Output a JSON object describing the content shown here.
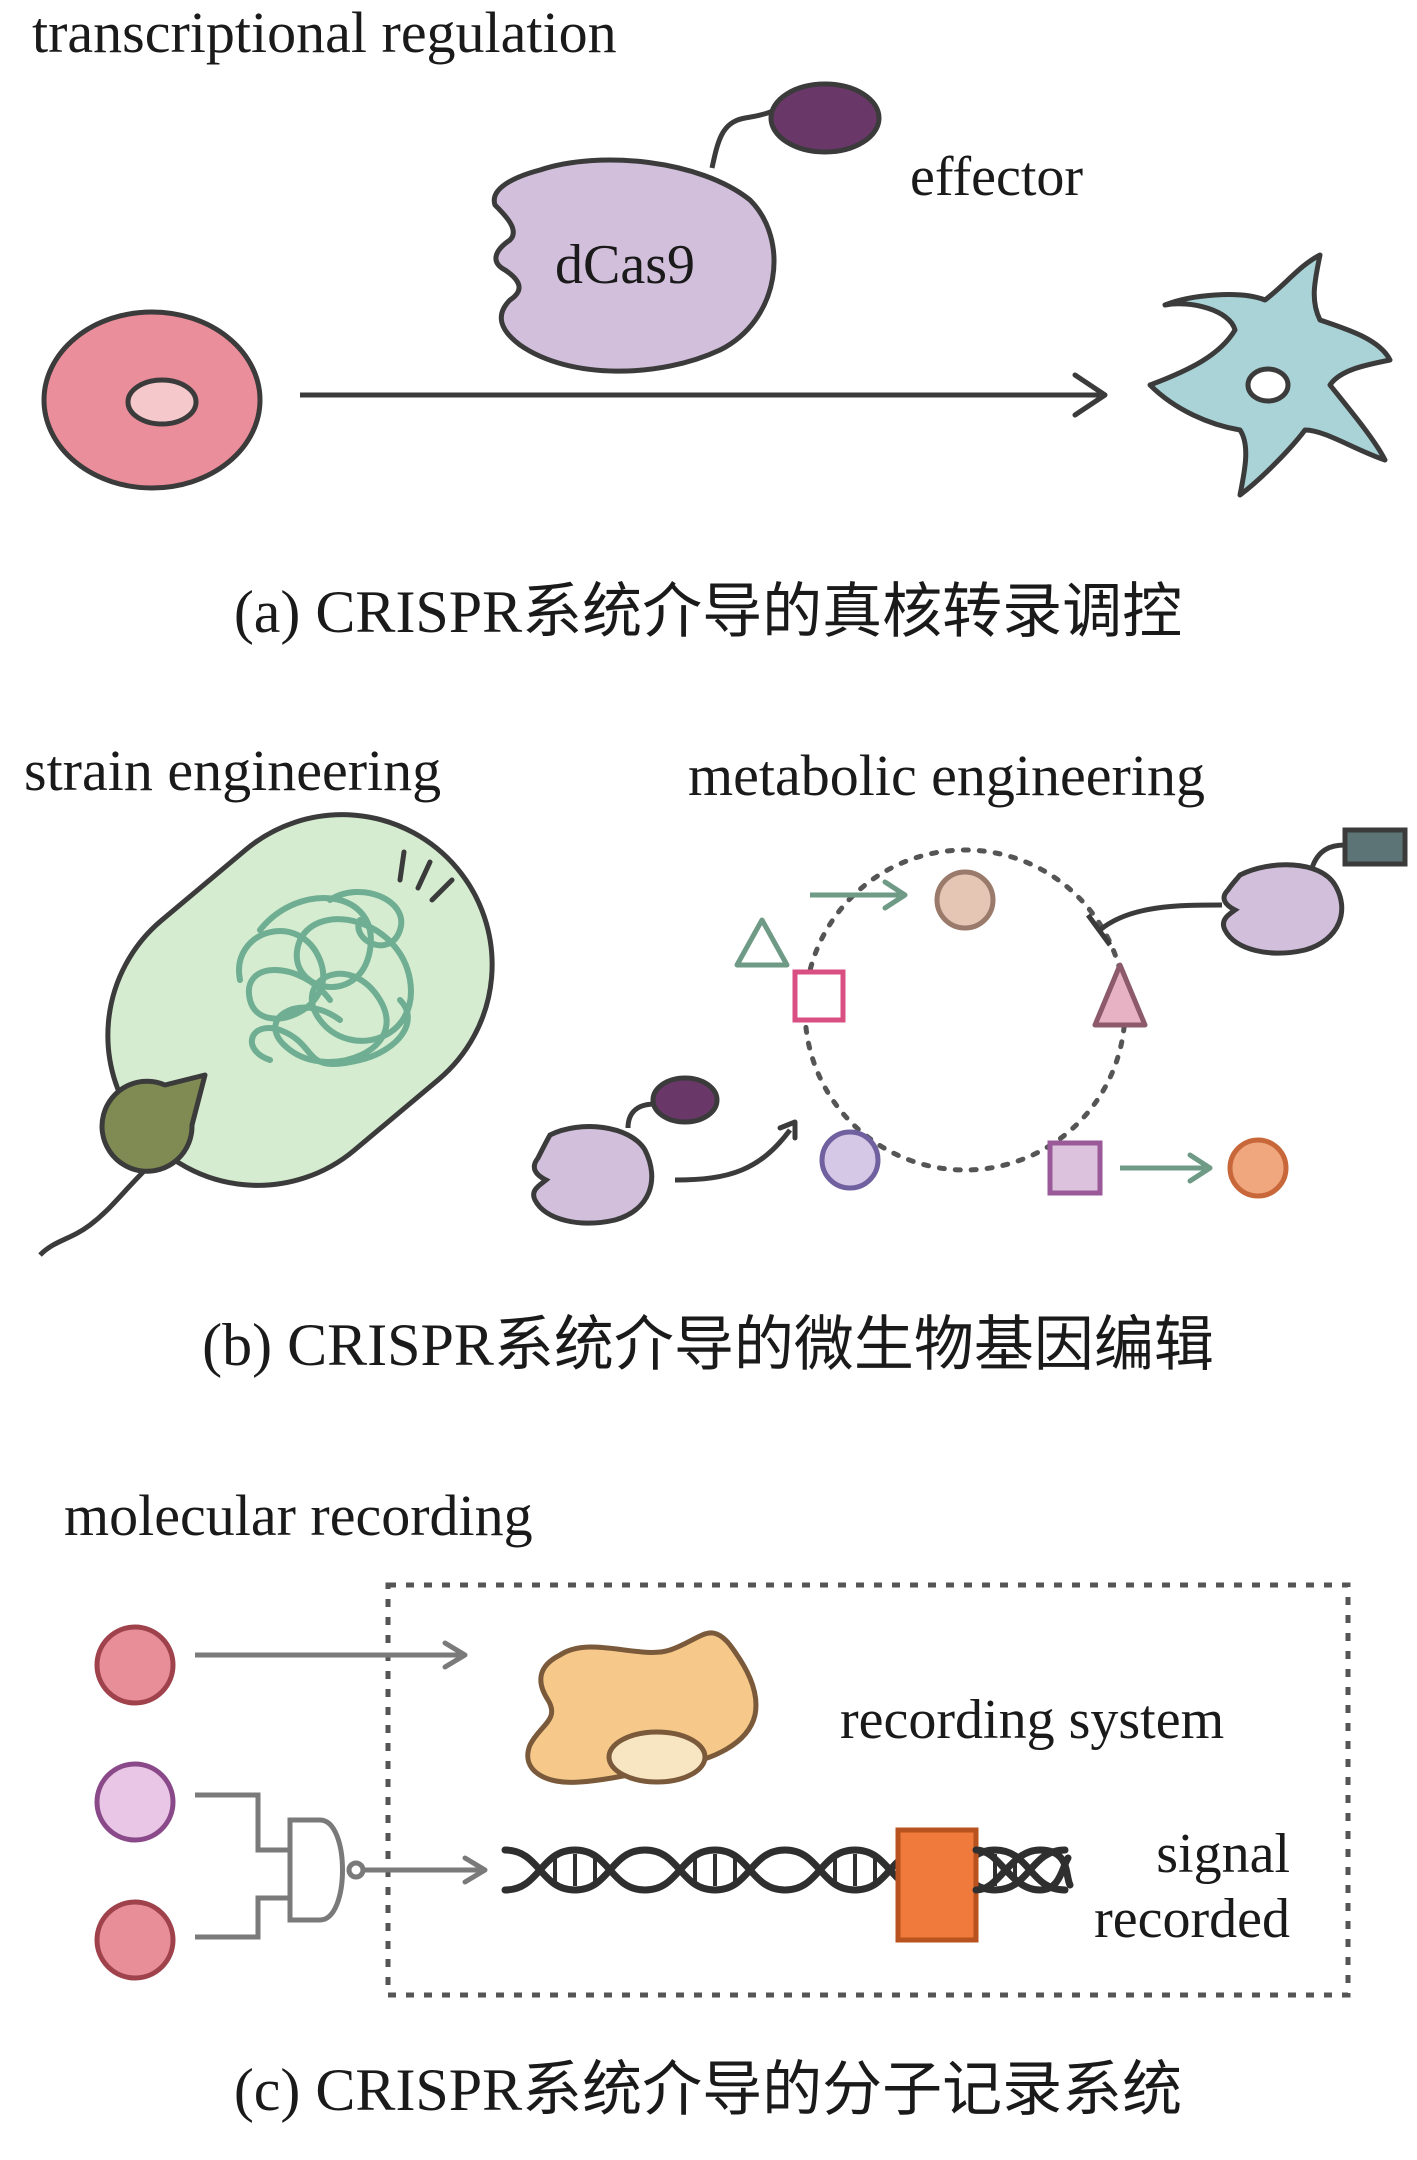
{
  "panel_a": {
    "title": "transcriptional regulation",
    "effector_label": "effector",
    "dcas9_label": "dCas9",
    "caption": "(a)  CRISPR系统介导的真核转录调控"
  },
  "panel_b": {
    "strain_title": "strain engineering",
    "metabolic_title": "metabolic engineering",
    "caption": "(b)  CRISPR系统介导的微生物基因编辑"
  },
  "panel_c": {
    "title": "molecular recording",
    "recording_system_label": "recording system",
    "signal_label": "signal",
    "recorded_label": "recorded",
    "caption": "(c)  CRISPR系统介导的分子记录系统"
  },
  "colors": {
    "outline": "#3b3b3b",
    "stem_cell_fill": "#e98e9a",
    "stem_cell_nucleus": "#f5c8cc",
    "dcas9_fill": "#d2bfdc",
    "effector_fill": "#6a3868",
    "neuron_fill": "#a9d3d6",
    "bacterium_fill": "#d5ecd0",
    "dna_tangle": "#6fae92",
    "pacman_fill": "#7f8b52",
    "triangle_green": "#6e9a86",
    "circle_tan": "#e5c6b4",
    "square_pink": "#e59ab4",
    "triangle_pink": "#e7b2c4",
    "circle_lavender": "#d5c8e6",
    "square_lilac": "#dcc2dc",
    "circle_orange": "#f0a77e",
    "blocker_rect": "#5d7476",
    "input_red": "#e88e98",
    "input_purple": "#e9c6e6",
    "recorder_fill": "#f6c98a",
    "recorder_ellipse": "#f7e6c1",
    "marker_orange": "#ef7a3b",
    "arrow_grey": "#7a7a7a"
  }
}
